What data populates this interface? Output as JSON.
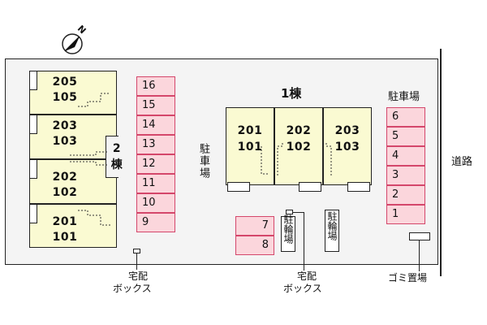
{
  "compass": {
    "symbol": "N"
  },
  "building1": {
    "title": "1棟",
    "units": [
      {
        "top": "201",
        "bottom": "101"
      },
      {
        "top": "202",
        "bottom": "102"
      },
      {
        "top": "203",
        "bottom": "103"
      }
    ]
  },
  "building2": {
    "title_num": "2",
    "title_char": "棟",
    "units": [
      {
        "top": "205",
        "bottom": "105"
      },
      {
        "top": "203",
        "bottom": "103"
      },
      {
        "top": "202",
        "bottom": "102"
      },
      {
        "top": "201",
        "bottom": "101"
      }
    ]
  },
  "parking_left": [
    "16",
    "15",
    "14",
    "13",
    "12",
    "11",
    "10",
    "9"
  ],
  "parking_right": [
    "6",
    "5",
    "4",
    "3",
    "2",
    "1"
  ],
  "parking_right_title": "駐車場",
  "parking_small": [
    "7",
    "8"
  ],
  "center_parking_label": "駐車場",
  "bike_parking_1": "駐輪場",
  "bike_parking_2": "駐輪場",
  "road_label": "道路",
  "delivery_box_left": {
    "line1": "宅配",
    "line2": "ボックス"
  },
  "delivery_box_center": {
    "line1": "宅配",
    "line2": "ボックス"
  },
  "garbage_label": "ゴミ置場"
}
